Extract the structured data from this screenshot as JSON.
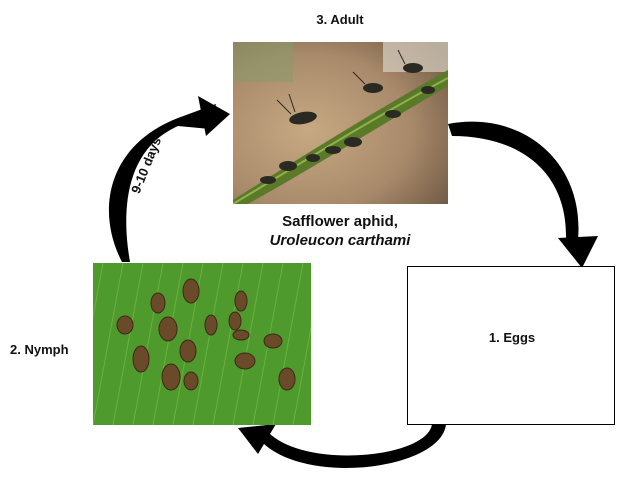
{
  "stages": {
    "adult": "3. Adult",
    "nymph": "2. Nymph",
    "eggs": "1. Eggs"
  },
  "duration": "9-10 days",
  "caption": {
    "common_name": "Safflower aphid,",
    "scientific_name": "Uroleucon carthami"
  },
  "colors": {
    "arrow": "#000000",
    "leaf_green": "#4f9a2c",
    "stem_green": "#5a7a2a",
    "background_brown": "#a8896a"
  }
}
